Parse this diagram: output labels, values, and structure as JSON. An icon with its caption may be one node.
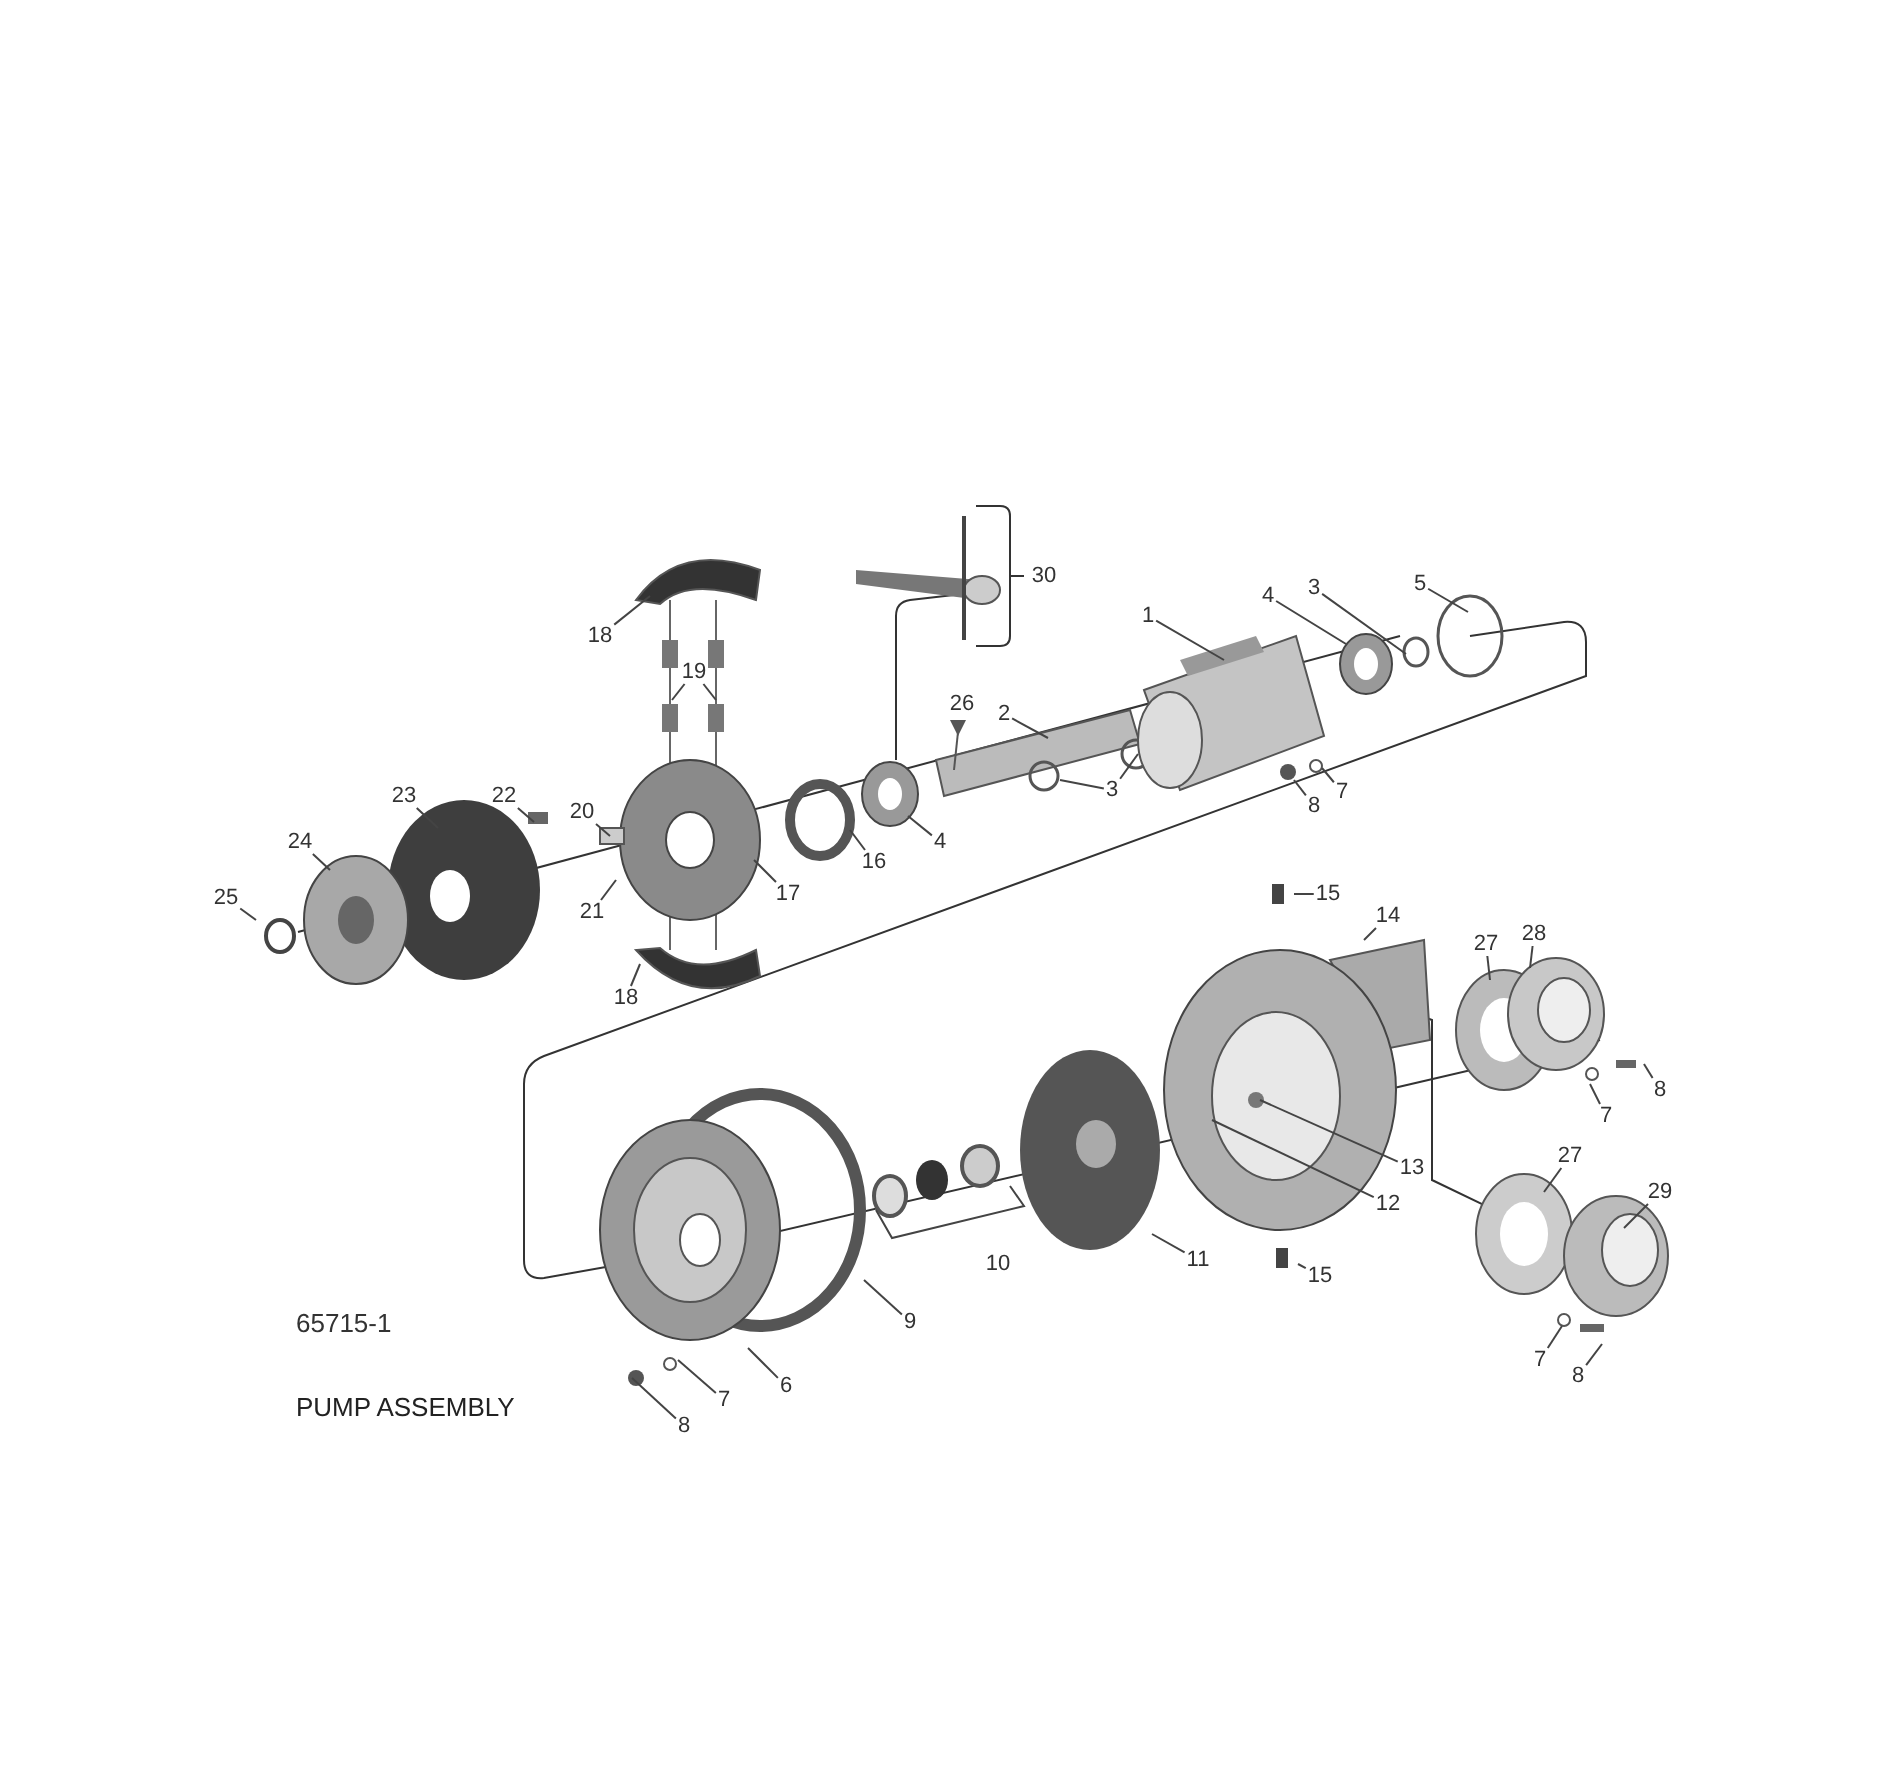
{
  "diagram": {
    "title": "PUMP ASSEMBLY",
    "nodes": [
      {
        "text": [
          "18"
        ]
      },
      {
        "text": [
          "19"
        ]
      },
      {
        "text": [
          "1"
        ]
      },
      {
        "text": [
          "4"
        ]
      },
      {
        "text": [
          "3"
        ]
      },
      {
        "text": [
          "5"
        ]
      },
      {
        "text": [
          "2"
        ]
      },
      {
        "text": [
          "3"
        ]
      },
      {
        "text": [
          "8"
        ]
      },
      {
        "text": [
          "7"
        ]
      },
      {
        "text": [
          "22"
        ]
      },
      {
        "text": [
          "23"
        ]
      },
      {
        "text": [
          "20"
        ]
      },
      {
        "text": [
          "24"
        ]
      },
      {
        "text": [
          "25"
        ]
      },
      {
        "text": [
          "21"
        ]
      },
      {
        "text": [
          "17"
        ]
      },
      {
        "text": [
          "16"
        ]
      },
      {
        "text": [
          "4"
        ]
      },
      {
        "text": [
          "18"
        ]
      },
      {
        "text": [
          "15"
        ]
      },
      {
        "text": [
          "14"
        ]
      },
      {
        "text": [
          "27"
        ]
      },
      {
        "text": [
          "28"
        ]
      },
      {
        "text": [
          "7"
        ]
      },
      {
        "text": [
          "8"
        ]
      },
      {
        "text": [
          "13"
        ]
      },
      {
        "text": [
          "12"
        ]
      },
      {
        "text": [
          "11"
        ]
      },
      {
        "text": [
          "15"
        ]
      },
      {
        "text": [
          "27"
        ]
      },
      {
        "text": [
          "29"
        ]
      },
      {
        "text": [
          "7"
        ]
      },
      {
        "text": [
          "8"
        ]
      },
      {
        "text": [
          "9"
        ]
      },
      {
        "text": [
          "6"
        ]
      },
      {
        "text": [
          "8"
        ]
      },
      {
        "text": [
          "7"
        ]
      }
    ],
    "edges": [
      {
        "from": 0,
        "to": null,
        "arrow": "none"
      },
      {
        "from": 1,
        "to": null,
        "arrow": "none"
      },
      {
        "from": 1,
        "to": null,
        "arrow": "none"
      },
      {
        "from": 2,
        "to": null,
        "arrow": "none"
      },
      {
        "from": 3,
        "to": null,
        "arrow": "none"
      },
      {
        "from": 4,
        "to": null,
        "arrow": "none"
      },
      {
        "from": 5,
        "to": null,
        "arrow": "none"
      },
      {
        "from": 6,
        "to": null,
        "arrow": "none"
      },
      {
        "from": 7,
        "to": null,
        "arrow": "none"
      },
      {
        "from": 7,
        "to": null,
        "arrow": "none"
      },
      {
        "from": 8,
        "to": null,
        "arrow": "none"
      },
      {
        "from": 9,
        "to": null,
        "arrow": "none"
      },
      {
        "from": 10,
        "to": null,
        "arrow": "none"
      },
      {
        "from": 11,
        "to": null,
        "arrow": "none"
      },
      {
        "from": 12,
        "to": null,
        "arrow": "none"
      },
      {
        "from": 13,
        "to": null,
        "arrow": "none"
      },
      {
        "from": 14,
        "to": null,
        "arrow": "none"
      },
      {
        "from": 15,
        "to": null,
        "arrow": "none"
      },
      {
        "from": 16,
        "to": null,
        "arrow": "none"
      },
      {
        "from": 17,
        "to": null,
        "arrow": "none"
      },
      {
        "from": 18,
        "to": null,
        "arrow": "none"
      },
      {
        "from": 19,
        "to": null,
        "arrow": "none"
      },
      {
        "from": 20,
        "to": null,
        "arrow": "none"
      },
      {
        "from": 21,
        "to": null,
        "arrow": "none"
      },
      {
        "from": 22,
        "to": null,
        "arrow": "none"
      },
      {
        "from": 23,
        "to": null,
        "arrow": "none"
      },
      {
        "from": 24,
        "to": null,
        "arrow": "none"
      },
      {
        "from": 25,
        "to": null,
        "arrow": "none"
      },
      {
        "from": 26,
        "to": null,
        "arrow": "none"
      },
      {
        "from": 27,
        "to": null,
        "arrow": "none"
      },
      {
        "from": 28,
        "to": null,
        "arrow": "none"
      },
      {
        "from": 29,
        "to": null,
        "arrow": "none"
      },
      {
        "from": 30,
        "to": null,
        "arrow": "none"
      },
      {
        "from": 31,
        "to": null,
        "arrow": "none"
      },
      {
        "from": 32,
        "to": null,
        "arrow": "none"
      },
      {
        "from": 33,
        "to": null,
        "arrow": "none"
      },
      {
        "from": 34,
        "to": null,
        "arrow": "none"
      },
      {
        "from": 35,
        "to": null,
        "arrow": "none"
      },
      {
        "from": 36,
        "to": null,
        "arrow": "none"
      },
      {
        "from": 37,
        "to": null,
        "arrow": "none"
      }
    ],
    "labels": [
      "30",
      "26",
      "10",
      "65715-1"
    ]
  }
}
